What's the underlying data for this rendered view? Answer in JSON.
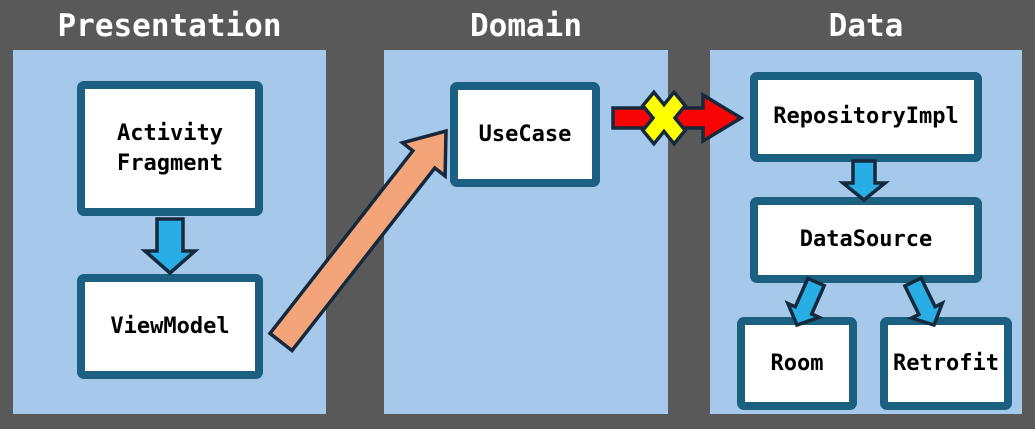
{
  "layers": {
    "presentation": {
      "title": "Presentation"
    },
    "domain": {
      "title": "Domain"
    },
    "data": {
      "title": "Data"
    }
  },
  "boxes": {
    "activity_fragment": {
      "line1": "Activity",
      "line2": "Fragment"
    },
    "viewmodel": {
      "label": "ViewModel"
    },
    "usecase": {
      "label": "UseCase"
    },
    "repository_impl": {
      "label": "RepositoryImpl"
    },
    "datasource": {
      "label": "DataSource"
    },
    "room": {
      "label": "Room"
    },
    "retrofit": {
      "label": "Retrofit"
    }
  },
  "arrows": {
    "activity_to_viewmodel": {
      "from": "Activity/Fragment",
      "to": "ViewModel",
      "color": "#29ADE5"
    },
    "viewmodel_to_usecase": {
      "from": "ViewModel",
      "to": "UseCase",
      "color": "#F3A478"
    },
    "usecase_to_repository": {
      "from": "UseCase",
      "to": "RepositoryImpl",
      "color": "#F80404",
      "blocked": true
    },
    "repository_to_datasource": {
      "from": "RepositoryImpl",
      "to": "DataSource",
      "color": "#29ADE5"
    },
    "datasource_to_room": {
      "from": "DataSource",
      "to": "Room",
      "color": "#29ADE5"
    },
    "datasource_to_retrofit": {
      "from": "DataSource",
      "to": "Retrofit",
      "color": "#29ADE5"
    }
  },
  "blocked_marker": {
    "symbol": "X",
    "color": "#FFFF00"
  },
  "colors": {
    "background": "#595959",
    "panel": "#A5C8EB",
    "box_fill": "#FFFFFF",
    "box_border": "#1B5F81",
    "box_text": "#000000",
    "title_text": "#FFFFFF",
    "arrow_outline": "#15293D"
  }
}
